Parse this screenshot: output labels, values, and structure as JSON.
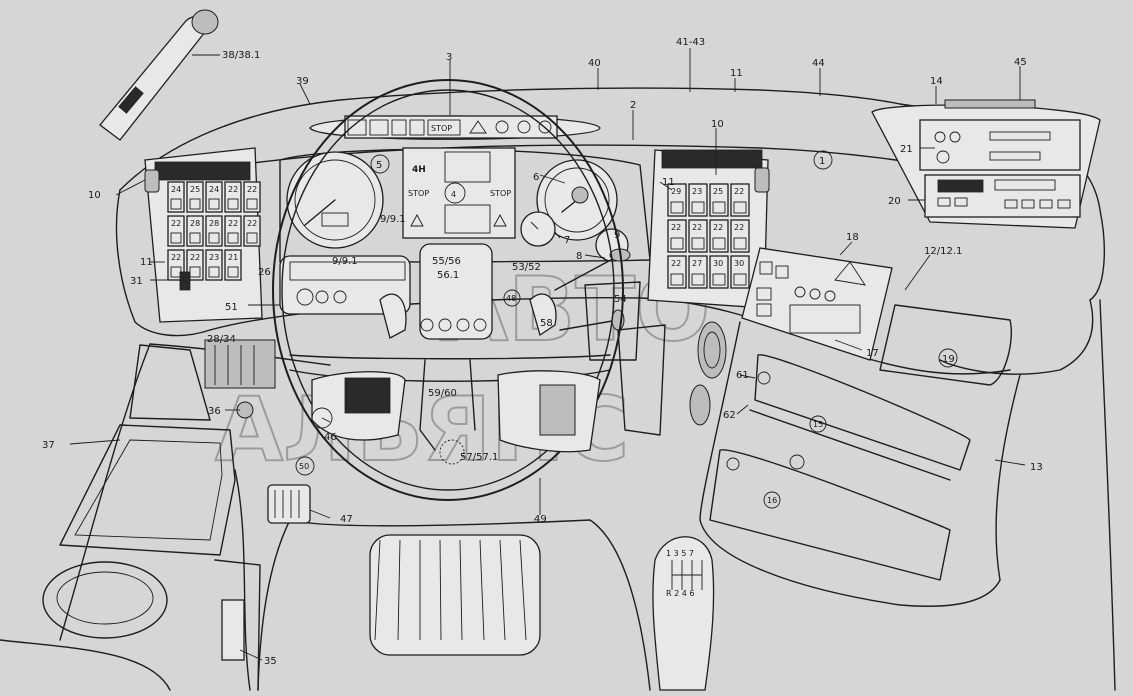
{
  "watermark": {
    "line1": "АВТО",
    "line2": "АЛЬЯНС"
  },
  "warning_strip": {
    "stop": "STOP"
  },
  "center_display": {
    "stop_left": "STOP",
    "stop_right": "STOP",
    "circled": "4"
  },
  "callouts": {
    "c3": "3",
    "c38": "38/38.1",
    "c39": "39",
    "c40": "40",
    "c41": "41-43",
    "c11top": "11",
    "c44": "44",
    "c45": "45",
    "c14": "14",
    "c2": "2",
    "c10L": "10",
    "c10R": "10",
    "c21": "21",
    "c20": "20",
    "c1": "1",
    "c5": "5",
    "c91": "9/9.1",
    "c91b": "9/9.1",
    "c6": "6",
    "c7": "7",
    "c8": "8",
    "c9": "9",
    "c11L": "11",
    "c11R": "11",
    "c31": "31",
    "c51": "51",
    "c5556": "55/56",
    "c561": "56.1",
    "c5352": "53/52",
    "c48": "48",
    "c54": "54",
    "c58": "58",
    "c18": "18",
    "c121": "12/12.1",
    "c19": "19",
    "c17": "17",
    "c2834": "28/34",
    "c61": "61",
    "c62": "62",
    "c15": "15",
    "c13": "13",
    "c16": "16",
    "c5960": "59/60",
    "c36": "36",
    "c46": "46",
    "c37": "37",
    "c50": "50",
    "c5771": "57/57.1",
    "c47": "47",
    "c49": "49",
    "c35": "35",
    "c26": "26"
  },
  "left_switches": {
    "row1": [
      "24",
      "25",
      "24",
      "22",
      "22"
    ],
    "row2": [
      "22",
      "28",
      "28",
      "22",
      "22"
    ],
    "row3": [
      "22",
      "22",
      "23",
      "21"
    ]
  },
  "right_switches": {
    "row1": [
      "29",
      "23",
      "25",
      "22"
    ],
    "row2": [
      "22",
      "22",
      "22",
      "22"
    ],
    "row3": [
      "22",
      "27",
      "30",
      "30"
    ]
  },
  "shift_pattern": {
    "top": "1 3 5 7",
    "bottom": "R 2 4 6"
  }
}
